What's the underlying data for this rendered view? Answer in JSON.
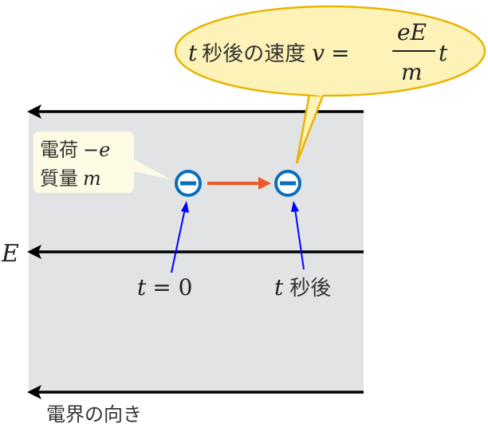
{
  "colors": {
    "field_region": "#e2e3e5",
    "field_lines": "#000000",
    "electron": "#0a6fbf",
    "motion_arrow": "#f05a28",
    "pointer_arrows": "#0000ff",
    "callout_fill": "#fdf3b8",
    "callout_stroke": "#e8b400",
    "label_box_fill": "#fdfbe3"
  },
  "field_label": "E",
  "field_direction_label": "電界の向き",
  "particle_label": {
    "charge_prefix": "電荷",
    "charge_symbol": "−e",
    "mass_prefix": "質量",
    "mass_symbol": "m"
  },
  "time_labels": {
    "start_var": "t",
    "start_eq": "= 0",
    "later_var": "t",
    "later_text": "秒後"
  },
  "callout": {
    "t": "t",
    "text": "秒後の速度",
    "v": "v",
    "eq": "=",
    "numerator": "eE",
    "denominator": "m",
    "suffix": "t"
  },
  "icons": {
    "electron": "minus-circle-icon",
    "arrow": "arrow-left-icon"
  }
}
